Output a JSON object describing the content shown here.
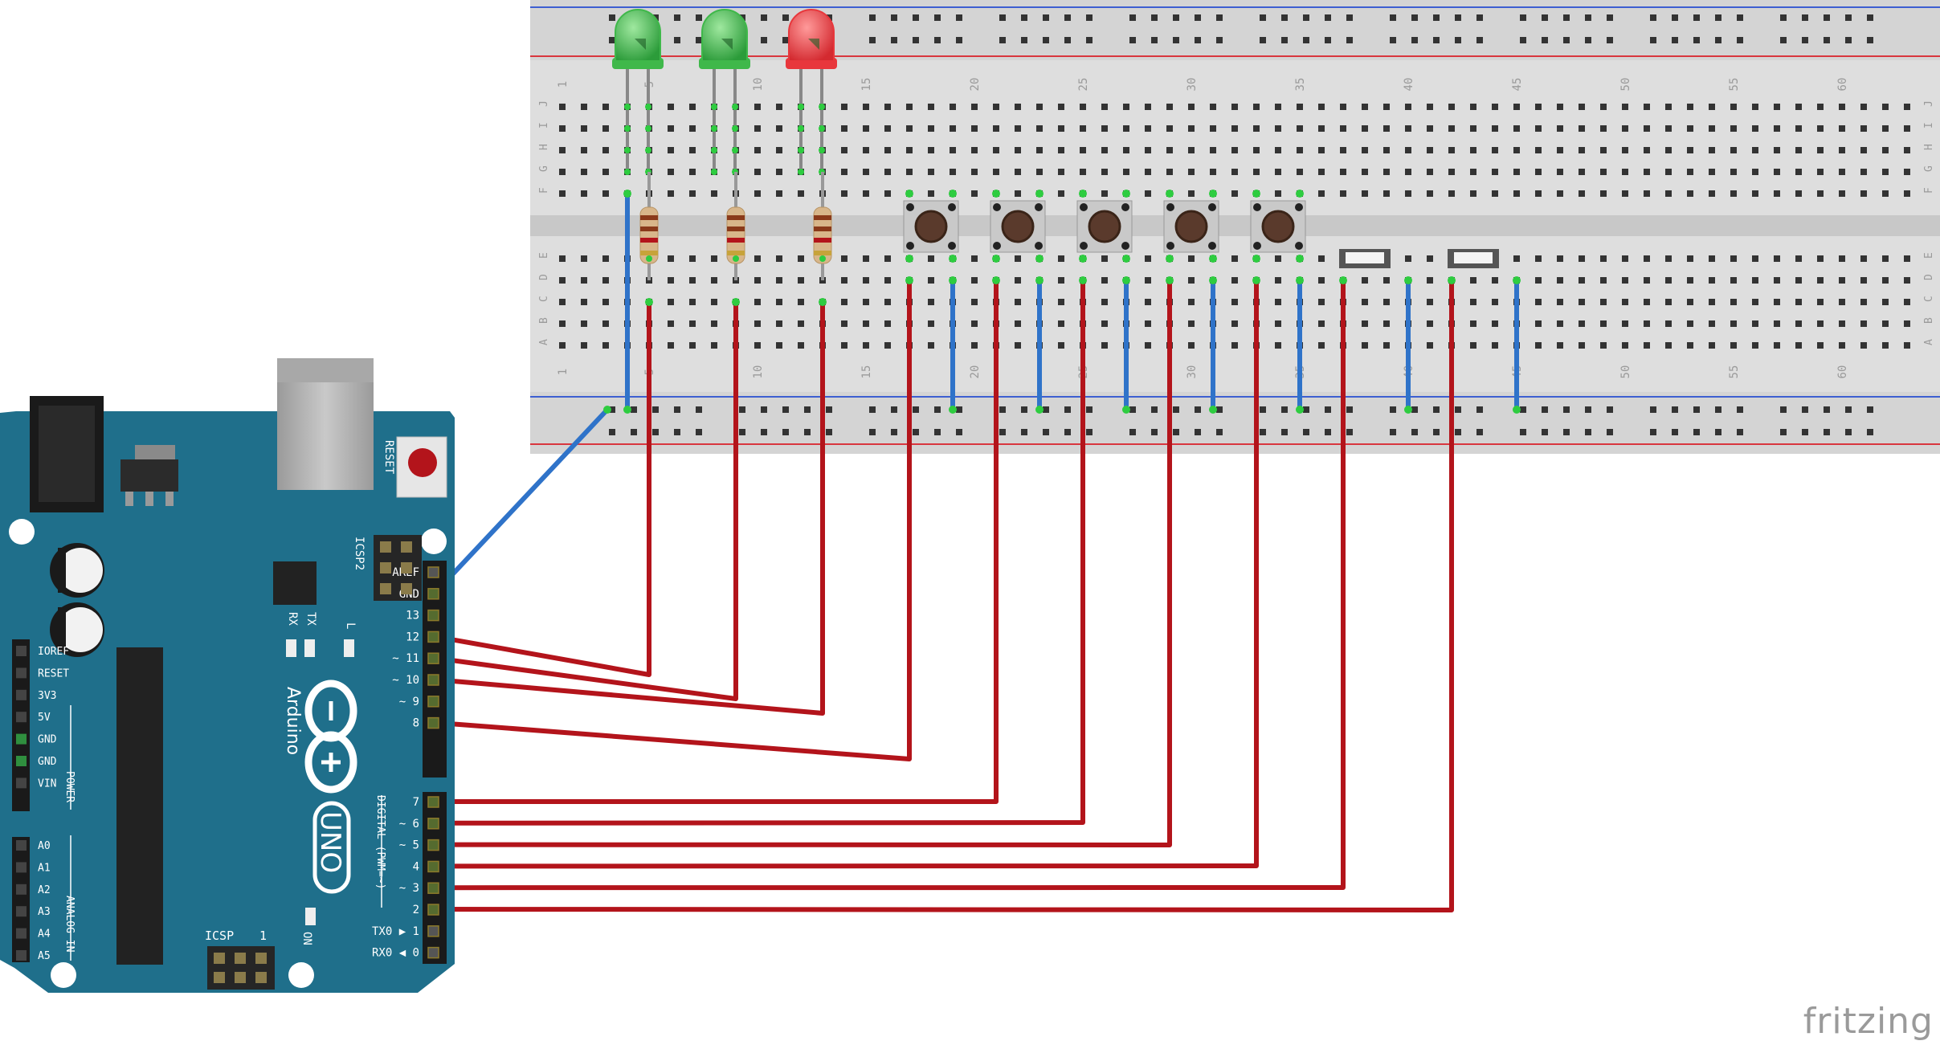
{
  "branding": {
    "label": "fritzing"
  },
  "breadboard": {
    "column_numbers": [
      "1",
      "5",
      "10",
      "15",
      "20",
      "25",
      "30",
      "35",
      "40",
      "45",
      "50",
      "55",
      "60"
    ],
    "row_letters_top": [
      "J",
      "I",
      "H",
      "G",
      "F"
    ],
    "row_letters_bottom": [
      "E",
      "D",
      "C",
      "B",
      "A"
    ]
  },
  "arduino": {
    "brand": "Arduino",
    "model": "UNO",
    "reset_label": "RESET",
    "icsp2_label": "ICSP2",
    "icsp_label": "ICSP",
    "icsp_pin1_label": "1",
    "led_labels": [
      "RX",
      "TX",
      "L"
    ],
    "on_label": "ON",
    "power_header_label": "POWER",
    "analog_header_label": "ANALOG IN",
    "digital_header_label": "DIGITAL (PWM=~)",
    "power_pins": [
      "IOREF",
      "RESET",
      "3V3",
      "5V",
      "GND",
      "GND",
      "VIN"
    ],
    "analog_pins": [
      "A0",
      "A1",
      "A2",
      "A3",
      "A4",
      "A5"
    ],
    "digital_upper_pins": [
      "AREF",
      "GND",
      "13",
      "12",
      "~ 11",
      "~ 10",
      "~ 9",
      "8"
    ],
    "digital_lower_pins": [
      "7",
      "~ 6",
      "~ 5",
      "4",
      "~ 3",
      "2",
      "TX0 ▶ 1",
      "RX0 ◀ 0"
    ]
  },
  "components": {
    "leds": [
      {
        "color_name": "green",
        "color": "#3fb84a"
      },
      {
        "color_name": "green",
        "color": "#3fb84a"
      },
      {
        "color_name": "red",
        "color": "#e8373c"
      }
    ],
    "resistor_count": 3,
    "pushbutton_count": 5,
    "slide_switch_count": 2
  },
  "wiring": {
    "signal_wire_color": "#b3141b",
    "ground_wire_color": "#2f73c9"
  },
  "colors": {
    "board_teal": "#1f6f8b",
    "breadboard": "#d9d9d9",
    "rail_red": "#d9363e",
    "rail_blue": "#3d5fd1"
  }
}
